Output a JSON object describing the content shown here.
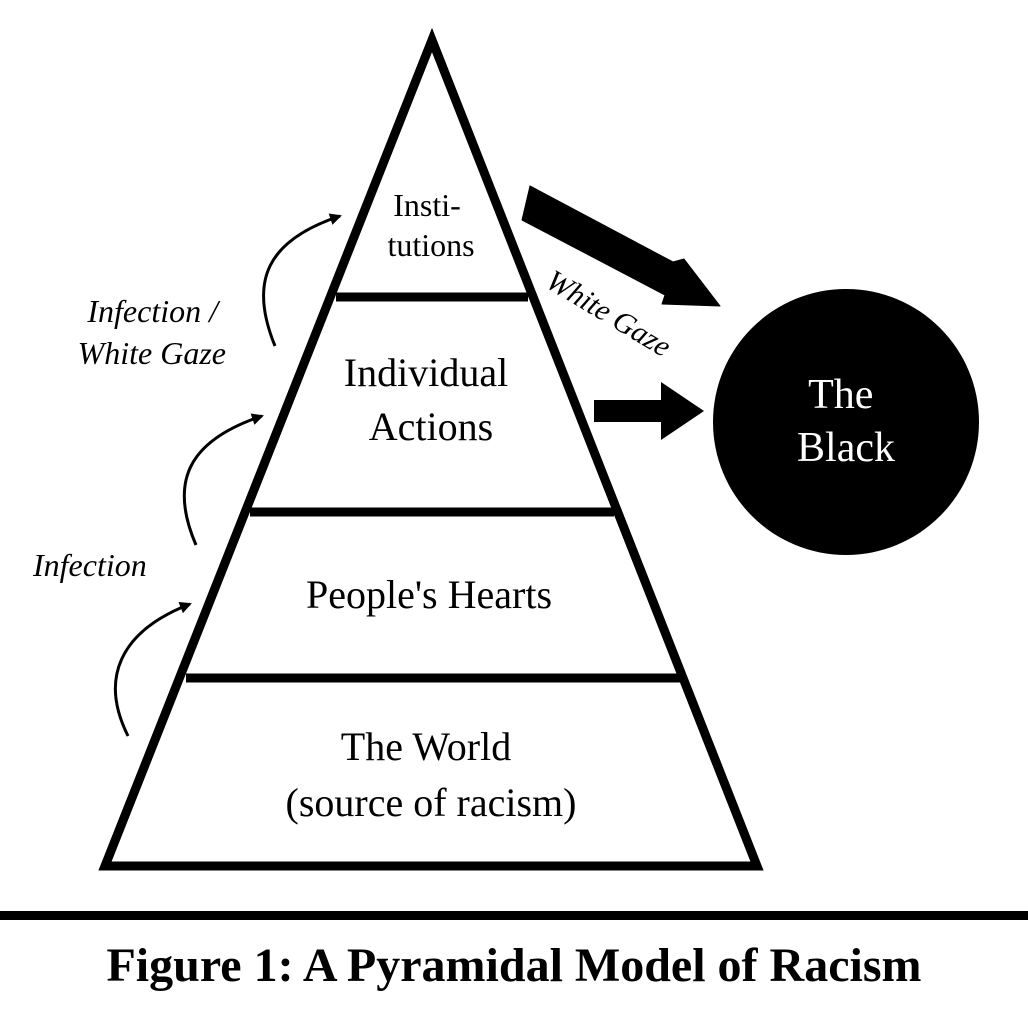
{
  "pyramid": {
    "levels": [
      {
        "lines": [
          "Insti-",
          "tutions"
        ]
      },
      {
        "lines": [
          "Individual",
          "Actions"
        ]
      },
      {
        "lines": [
          "People's Hearts"
        ]
      },
      {
        "lines": [
          "The World",
          "(source of racism)"
        ]
      }
    ]
  },
  "side_labels": {
    "infection_white_gaze": [
      "Infection /",
      "White Gaze"
    ],
    "infection": "Infection"
  },
  "gaze_label": "White Gaze",
  "target": {
    "lines": [
      "The",
      "Black"
    ]
  },
  "caption": "Figure 1: A Pyramidal Model of Racism"
}
